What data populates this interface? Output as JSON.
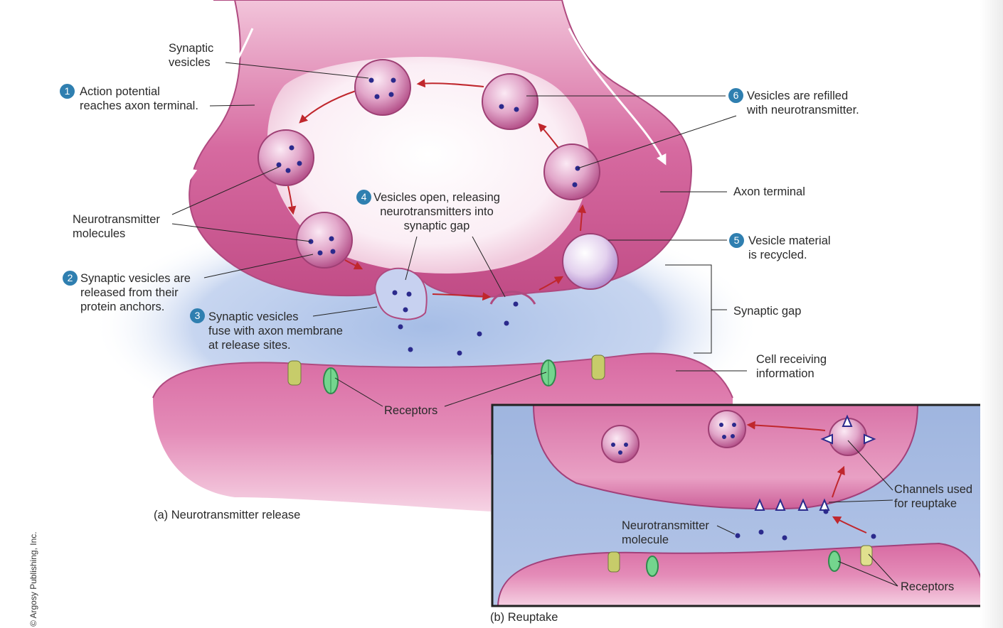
{
  "panel_a": {
    "caption": "(a) Neurotransmitter release",
    "labels": {
      "synaptic_vesicles": "Synaptic\nvesicles",
      "neurotransmitter_molecules": "Neurotransmitter\nmolecules",
      "axon_terminal": "Axon terminal",
      "synaptic_gap": "Synaptic gap",
      "cell_receiving": "Cell receiving\ninformation",
      "receptors": "Receptors"
    },
    "steps": [
      {
        "num": "1",
        "text": "Action potential\nreaches axon terminal."
      },
      {
        "num": "2",
        "text": "Synaptic vesicles are\nreleased from their\nprotein anchors."
      },
      {
        "num": "3",
        "text": "Synaptic vesicles\nfuse with axon membrane\nat release sites."
      },
      {
        "num": "4",
        "text": "Vesicles open, releasing\nneurotransmitters into\nsynaptic gap"
      },
      {
        "num": "5",
        "text": "Vesicle material\nis recycled."
      },
      {
        "num": "6",
        "text": "Vesicles are refilled\nwith neurotransmitter."
      }
    ]
  },
  "panel_b": {
    "caption": "(b) Reuptake",
    "labels": {
      "channels": "Channels used\nfor reuptake",
      "neurotransmitter_molecule": "Neurotransmitter\nmolecule",
      "receptors": "Receptors"
    }
  },
  "credit": "© Argosy Publishing, Inc.",
  "colors": {
    "membrane": "#c9578f",
    "membrane_light": "#e9a8c8",
    "gap_blue": "#a9bfe6",
    "badge": "#2f7fb0",
    "arrow": "#c0272d",
    "molecule": "#2b2a8c"
  }
}
